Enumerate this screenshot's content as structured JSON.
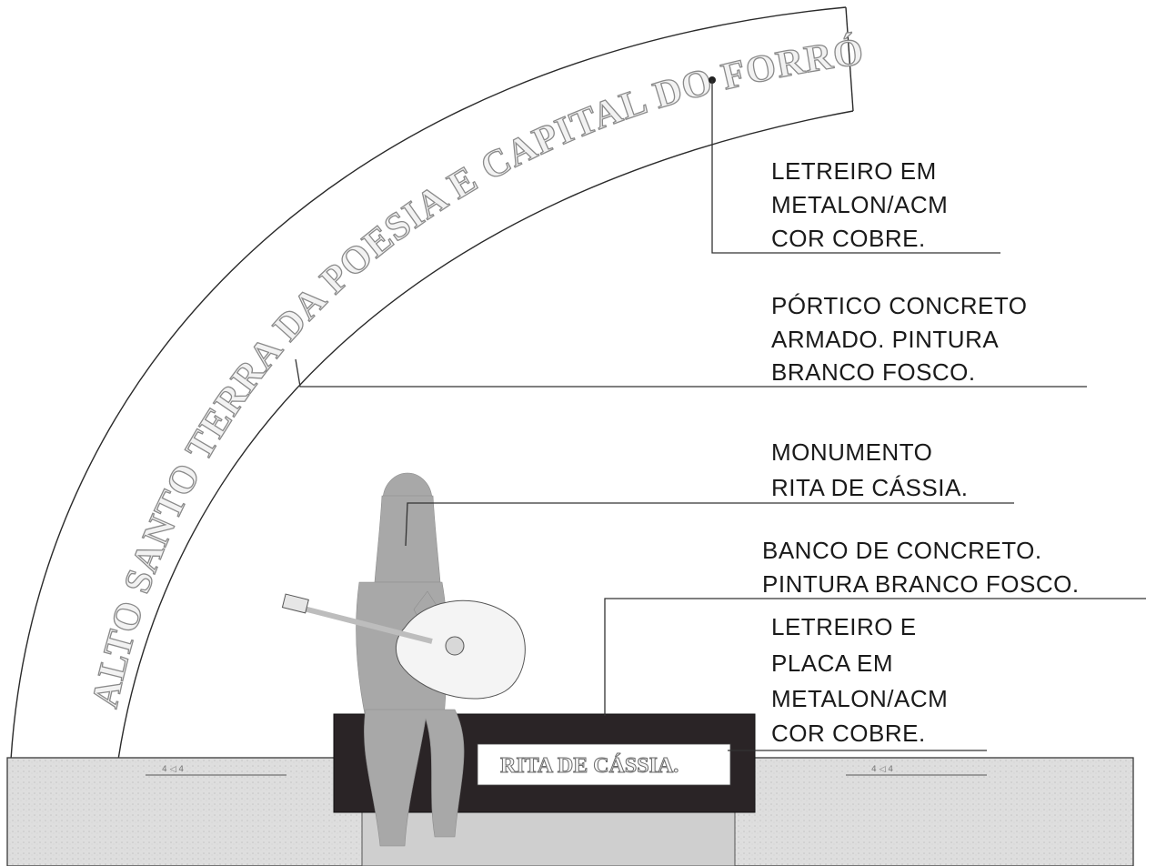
{
  "arch_sign": {
    "text": "ALTO SANTO  TERRA  DA POESIA  E CAPITAL DO FORRÓ."
  },
  "callouts": {
    "letreiro_metalon": {
      "lines": [
        "LETREIRO EM",
        "METALON/ACM",
        "COR COBRE."
      ]
    },
    "portico": {
      "lines": [
        "PÓRTICO CONCRETO",
        "ARMADO. PINTURA",
        "BRANCO FOSCO."
      ]
    },
    "monumento": {
      "lines": [
        "MONUMENTO",
        "RITA DE CÁSSIA."
      ]
    },
    "banco": {
      "lines": [
        "BANCO DE CONCRETO.",
        "PINTURA BRANCO FOSCO."
      ]
    },
    "letreiro_placa": {
      "lines": [
        "LETREIRO E",
        "PLACA  EM",
        "METALON/ACM",
        "COR COBRE."
      ]
    }
  },
  "bench_plaque": {
    "text": "RITA DE CÁSSIA."
  },
  "colors": {
    "bench": "#2a2426",
    "statue": "#a8a8a8",
    "ground": "#dcdcdc",
    "plaque": "#ffffff",
    "lines": "#2a2a2a"
  }
}
